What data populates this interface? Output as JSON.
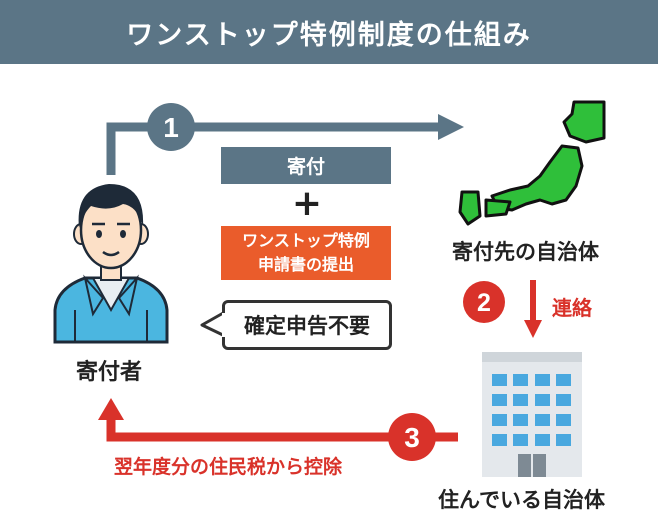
{
  "title": "ワンストップ特例制度の仕組み",
  "donor": {
    "label": "寄付者"
  },
  "donation_municipality": {
    "label": "寄付先の自治体"
  },
  "residence_municipality": {
    "label": "住んでいる自治体"
  },
  "step1": {
    "number": "1",
    "fee_box": "寄付",
    "plus": "+",
    "application_line1": "ワンストップ特例",
    "application_line2": "申請書の提出",
    "bubble": "確定申告不要"
  },
  "step2": {
    "number": "2",
    "label": "連絡"
  },
  "step3": {
    "number": "3",
    "label": "翌年度分の住民税から控除"
  },
  "colors": {
    "slate": "#5b7586",
    "orange": "#ea5c2b",
    "red": "#d9322a",
    "green": "#2fbf3a",
    "shirt": "#4bb6e0"
  },
  "icons": [
    "person-icon",
    "japan-map-icon",
    "office-building-icon"
  ]
}
